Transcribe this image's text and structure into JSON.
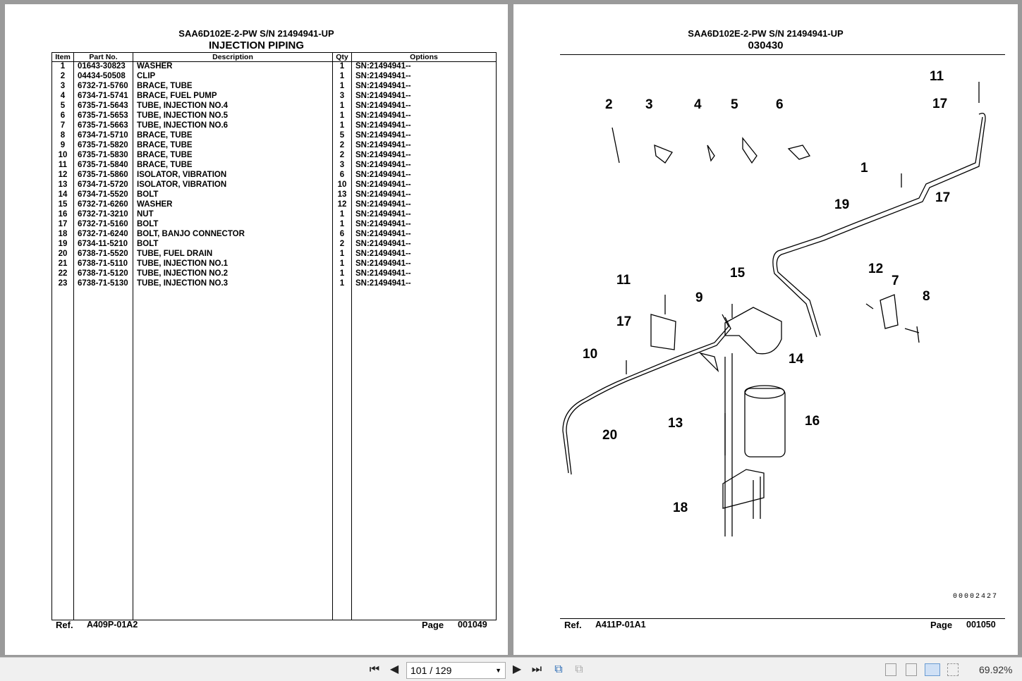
{
  "left_page": {
    "model": "SAA6D102E-2-PW S/N 21494941-UP",
    "title": "INJECTION PIPING",
    "columns": [
      "Item",
      "Part No.",
      "Description",
      "Qty",
      "Options"
    ],
    "rows": [
      [
        "1",
        "01643-30823",
        "WASHER",
        "1",
        "SN:21494941--"
      ],
      [
        "2",
        "04434-50508",
        "CLIP",
        "1",
        "SN:21494941--"
      ],
      [
        "3",
        "6732-71-5760",
        "BRACE, TUBE",
        "1",
        "SN:21494941--"
      ],
      [
        "4",
        "6734-71-5741",
        "BRACE, FUEL PUMP",
        "3",
        "SN:21494941--"
      ],
      [
        "5",
        "6735-71-5643",
        "TUBE, INJECTION NO.4",
        "1",
        "SN:21494941--"
      ],
      [
        "6",
        "6735-71-5653",
        "TUBE, INJECTION NO.5",
        "1",
        "SN:21494941--"
      ],
      [
        "7",
        "6735-71-5663",
        "TUBE, INJECTION NO.6",
        "1",
        "SN:21494941--"
      ],
      [
        "8",
        "6734-71-5710",
        "BRACE, TUBE",
        "5",
        "SN:21494941--"
      ],
      [
        "9",
        "6735-71-5820",
        "BRACE, TUBE",
        "2",
        "SN:21494941--"
      ],
      [
        "10",
        "6735-71-5830",
        "BRACE, TUBE",
        "2",
        "SN:21494941--"
      ],
      [
        "11",
        "6735-71-5840",
        "BRACE, TUBE",
        "3",
        "SN:21494941--"
      ],
      [
        "12",
        "6735-71-5860",
        "ISOLATOR, VIBRATION",
        "6",
        "SN:21494941--"
      ],
      [
        "13",
        "6734-71-5720",
        "ISOLATOR, VIBRATION",
        "10",
        "SN:21494941--"
      ],
      [
        "14",
        "6734-71-5520",
        "BOLT",
        "13",
        "SN:21494941--"
      ],
      [
        "15",
        "6732-71-6260",
        "WASHER",
        "12",
        "SN:21494941--"
      ],
      [
        "16",
        "6732-71-3210",
        "NUT",
        "1",
        "SN:21494941--"
      ],
      [
        "17",
        "6732-71-5160",
        "BOLT",
        "1",
        "SN:21494941--"
      ],
      [
        "18",
        "6732-71-6240",
        "BOLT, BANJO CONNECTOR",
        "6",
        "SN:21494941--"
      ],
      [
        "19",
        "6734-11-5210",
        "BOLT",
        "2",
        "SN:21494941--"
      ],
      [
        "20",
        "6738-71-5520",
        "TUBE, FUEL DRAIN",
        "1",
        "SN:21494941--"
      ],
      [
        "21",
        "6738-71-5110",
        "TUBE, INJECTION NO.1",
        "1",
        "SN:21494941--"
      ],
      [
        "22",
        "6738-71-5120",
        "TUBE, INJECTION NO.2",
        "1",
        "SN:21494941--"
      ],
      [
        "23",
        "6738-71-5130",
        "TUBE, INJECTION NO.3",
        "1",
        "SN:21494941--"
      ]
    ],
    "ref_label": "Ref.",
    "ref": "A409P-01A2",
    "page_label": "Page",
    "page": "001049"
  },
  "right_page": {
    "model": "SAA6D102E-2-PW S/N 21494941-UP",
    "title": "030430",
    "callouts": [
      "11",
      "17",
      "2",
      "3",
      "4",
      "5",
      "6",
      "1",
      "17",
      "19",
      "11",
      "15",
      "9",
      "12",
      "7",
      "8",
      "17",
      "10",
      "14",
      "13",
      "16",
      "20",
      "18"
    ],
    "stamp": "00002427",
    "ref_label": "Ref.",
    "ref": "A411P-01A1",
    "page_label": "Page",
    "page": "001050"
  },
  "toolbar": {
    "page_display": "101 / 129",
    "zoom": "69.92%"
  }
}
